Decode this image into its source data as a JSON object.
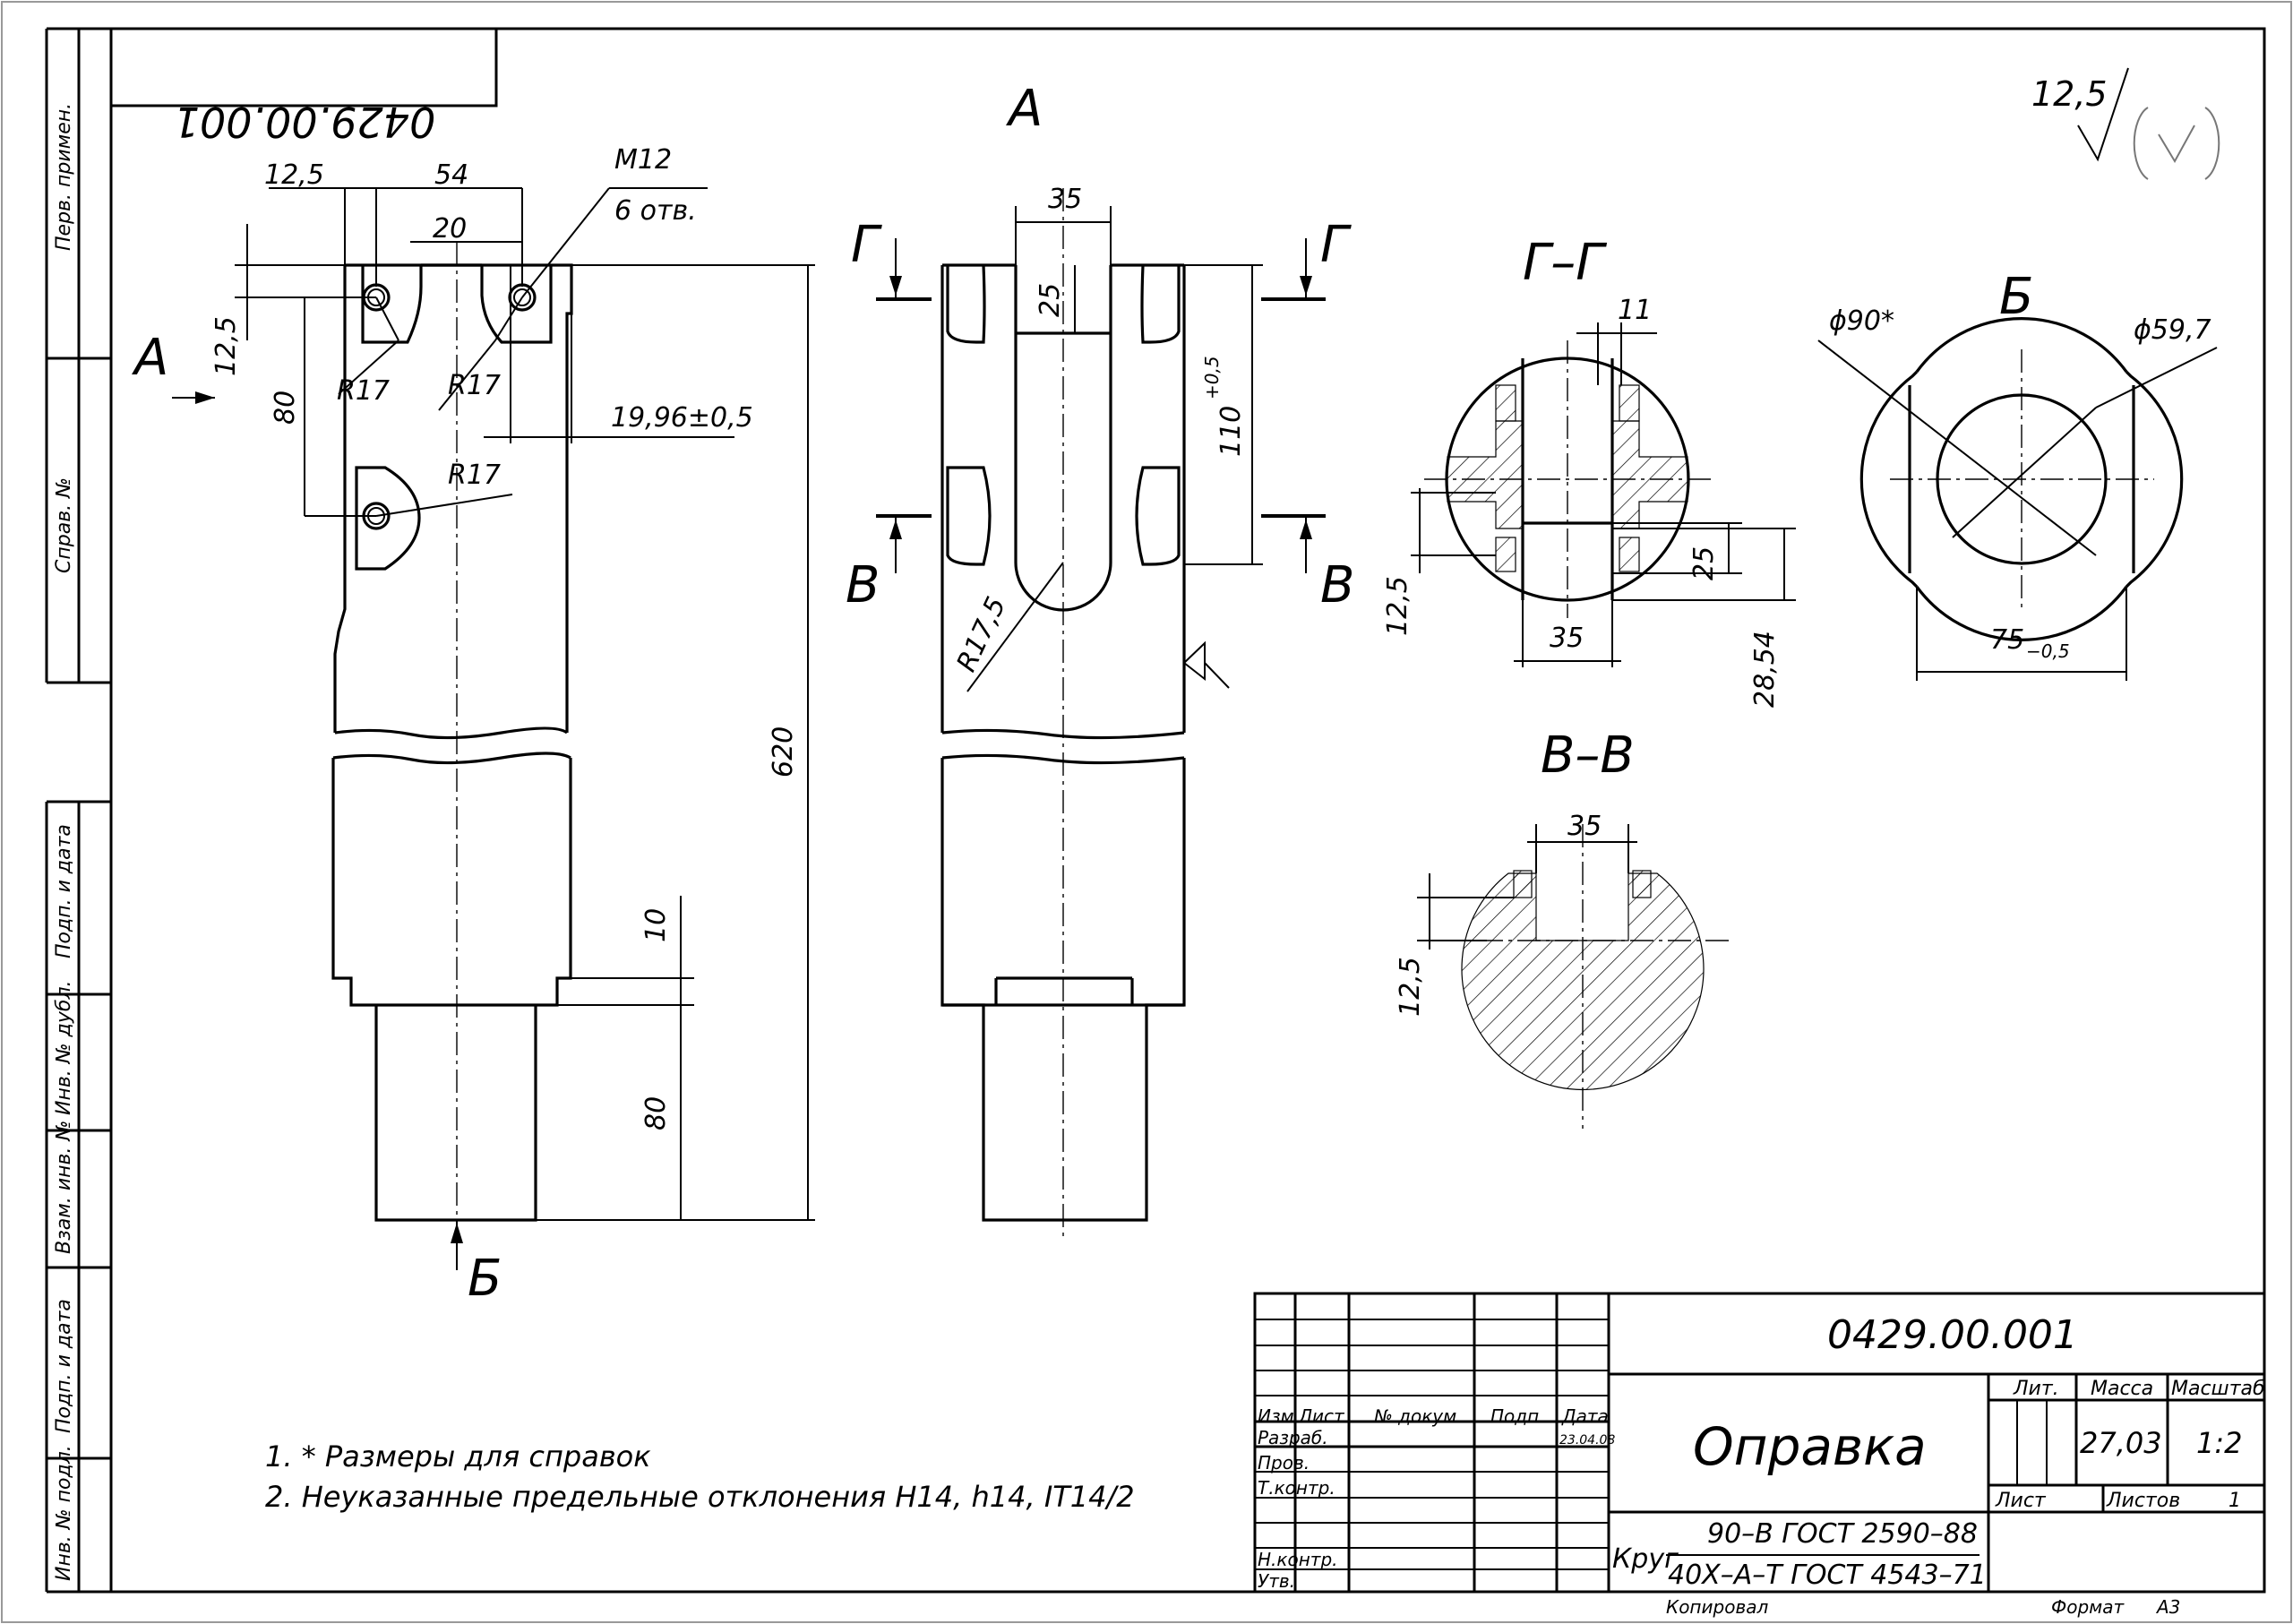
{
  "stamp_mirrored": "0429.00.001",
  "roughness": {
    "value": "12,5"
  },
  "left_strip": {
    "perv_primen": "Перв. примен.",
    "sprav_no": "Справ. №",
    "podp_data_1": "Подп. и дата",
    "inv_no_dubl": "Инв. № дубл.",
    "vzam_inv_no": "Взам. инв. №",
    "podp_data_2": "Подп. и дата",
    "inv_no_podl": "Инв. № подл."
  },
  "views": {
    "view_a_top": "А",
    "view_a_arrow": "А",
    "view_b_bottom": "Б",
    "section_g_left": "Г",
    "section_g_right": "Г",
    "section_v_left": "В",
    "section_v_right": "В",
    "title_g_g": "Г–Г",
    "title_b": "Б",
    "title_v_v": "В–В"
  },
  "dims": {
    "d_12_5_top": "12,5",
    "d_54": "54",
    "d_20": "20",
    "d_m12": "M12",
    "d_6_otv": "6 отв.",
    "d_12_5_side": "12,5",
    "d_80_top": "80",
    "d_r17_a": "R17",
    "d_r17_b": "R17",
    "d_r17_c": "R17",
    "d_19_96": "19,96±0,5",
    "d_620": "620",
    "d_10": "10",
    "d_80_bottom": "80",
    "d_35_a": "35",
    "d_25_a": "25",
    "d_110": "110",
    "d_110_tol": "+0,5",
    "d_r17_5": "R17,5",
    "d_11": "11",
    "d_25_gg": "25",
    "d_12_5_gg": "12,5",
    "d_35_gg": "35",
    "d_28_54": "28,54",
    "d_90": "ϕ90*",
    "d_59_7": "ϕ59,7",
    "d_75": "75",
    "d_75_tol": "−0,5",
    "d_35_vv": "35",
    "d_12_5_vv": "12,5"
  },
  "notes": [
    "1.  * Размеры для справок",
    "2.  Неуказанные предельные отклонения H14, h14, IT14/2"
  ],
  "title_block": {
    "designation": "0429.00.001",
    "name": "Оправка",
    "lit": "Лит.",
    "massa": "Масса",
    "masshtab": "Масштаб",
    "massa_value": "27,03",
    "masshtab_value": "1:2",
    "list": "Лист",
    "listov": "Листов",
    "listov_value": "1",
    "izm": "Изм.",
    "list_col": "Лист",
    "dokum": "№ докум.",
    "podp": "Подп.",
    "data": "Дата",
    "razrab": "Разраб.",
    "prov": "Пров.",
    "tkontr": "Т.контр.",
    "nkontr": "Н.контр.",
    "utv": "Утв.",
    "date_value": "23.04.08",
    "material_prefix": "Круг",
    "material_top": "90–В ГОСТ 2590–88",
    "material_bottom": "40Х–А–Т ГОСТ 4543–71",
    "kopiroval": "Копировал",
    "format": "Формат",
    "format_value": "А3"
  }
}
